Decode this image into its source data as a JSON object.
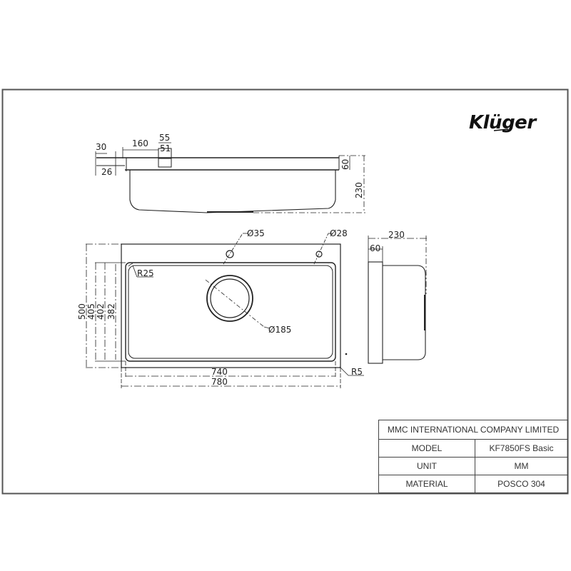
{
  "brand": {
    "name": "Kluger",
    "display": "Klüger"
  },
  "title_block": {
    "company": "MMC INTERNATIONAL COMPANY LIMITED",
    "rows": [
      {
        "label": "MODEL",
        "value": "KF7850FS Basic"
      },
      {
        "label": "UNIT",
        "value": "MM"
      },
      {
        "label": "MATERIAL",
        "value": "POSCO 304"
      }
    ]
  },
  "views": {
    "side_view": {
      "dims": {
        "flange_thickness": "30",
        "flange_inner": "26",
        "length_160": "160",
        "width_55": "55",
        "width_51": "51",
        "depth_60": "60",
        "total_depth": "230"
      }
    },
    "top_view": {
      "dims": {
        "tap_hole": "Ø35",
        "accessory_hole": "Ø28",
        "drain": "Ø185",
        "corner_radius_inner": "R25",
        "corner_radius_outer": "R5",
        "bowl_length": "740",
        "overall_length": "780",
        "overall_width": "500",
        "width_405": "405",
        "width_402": "402",
        "bowl_width": "382"
      }
    },
    "end_view": {
      "dims": {
        "total_depth": "230",
        "flange_depth": "60"
      }
    }
  },
  "colors": {
    "line": "#222222",
    "frame": "#555555",
    "text": "#222222"
  }
}
